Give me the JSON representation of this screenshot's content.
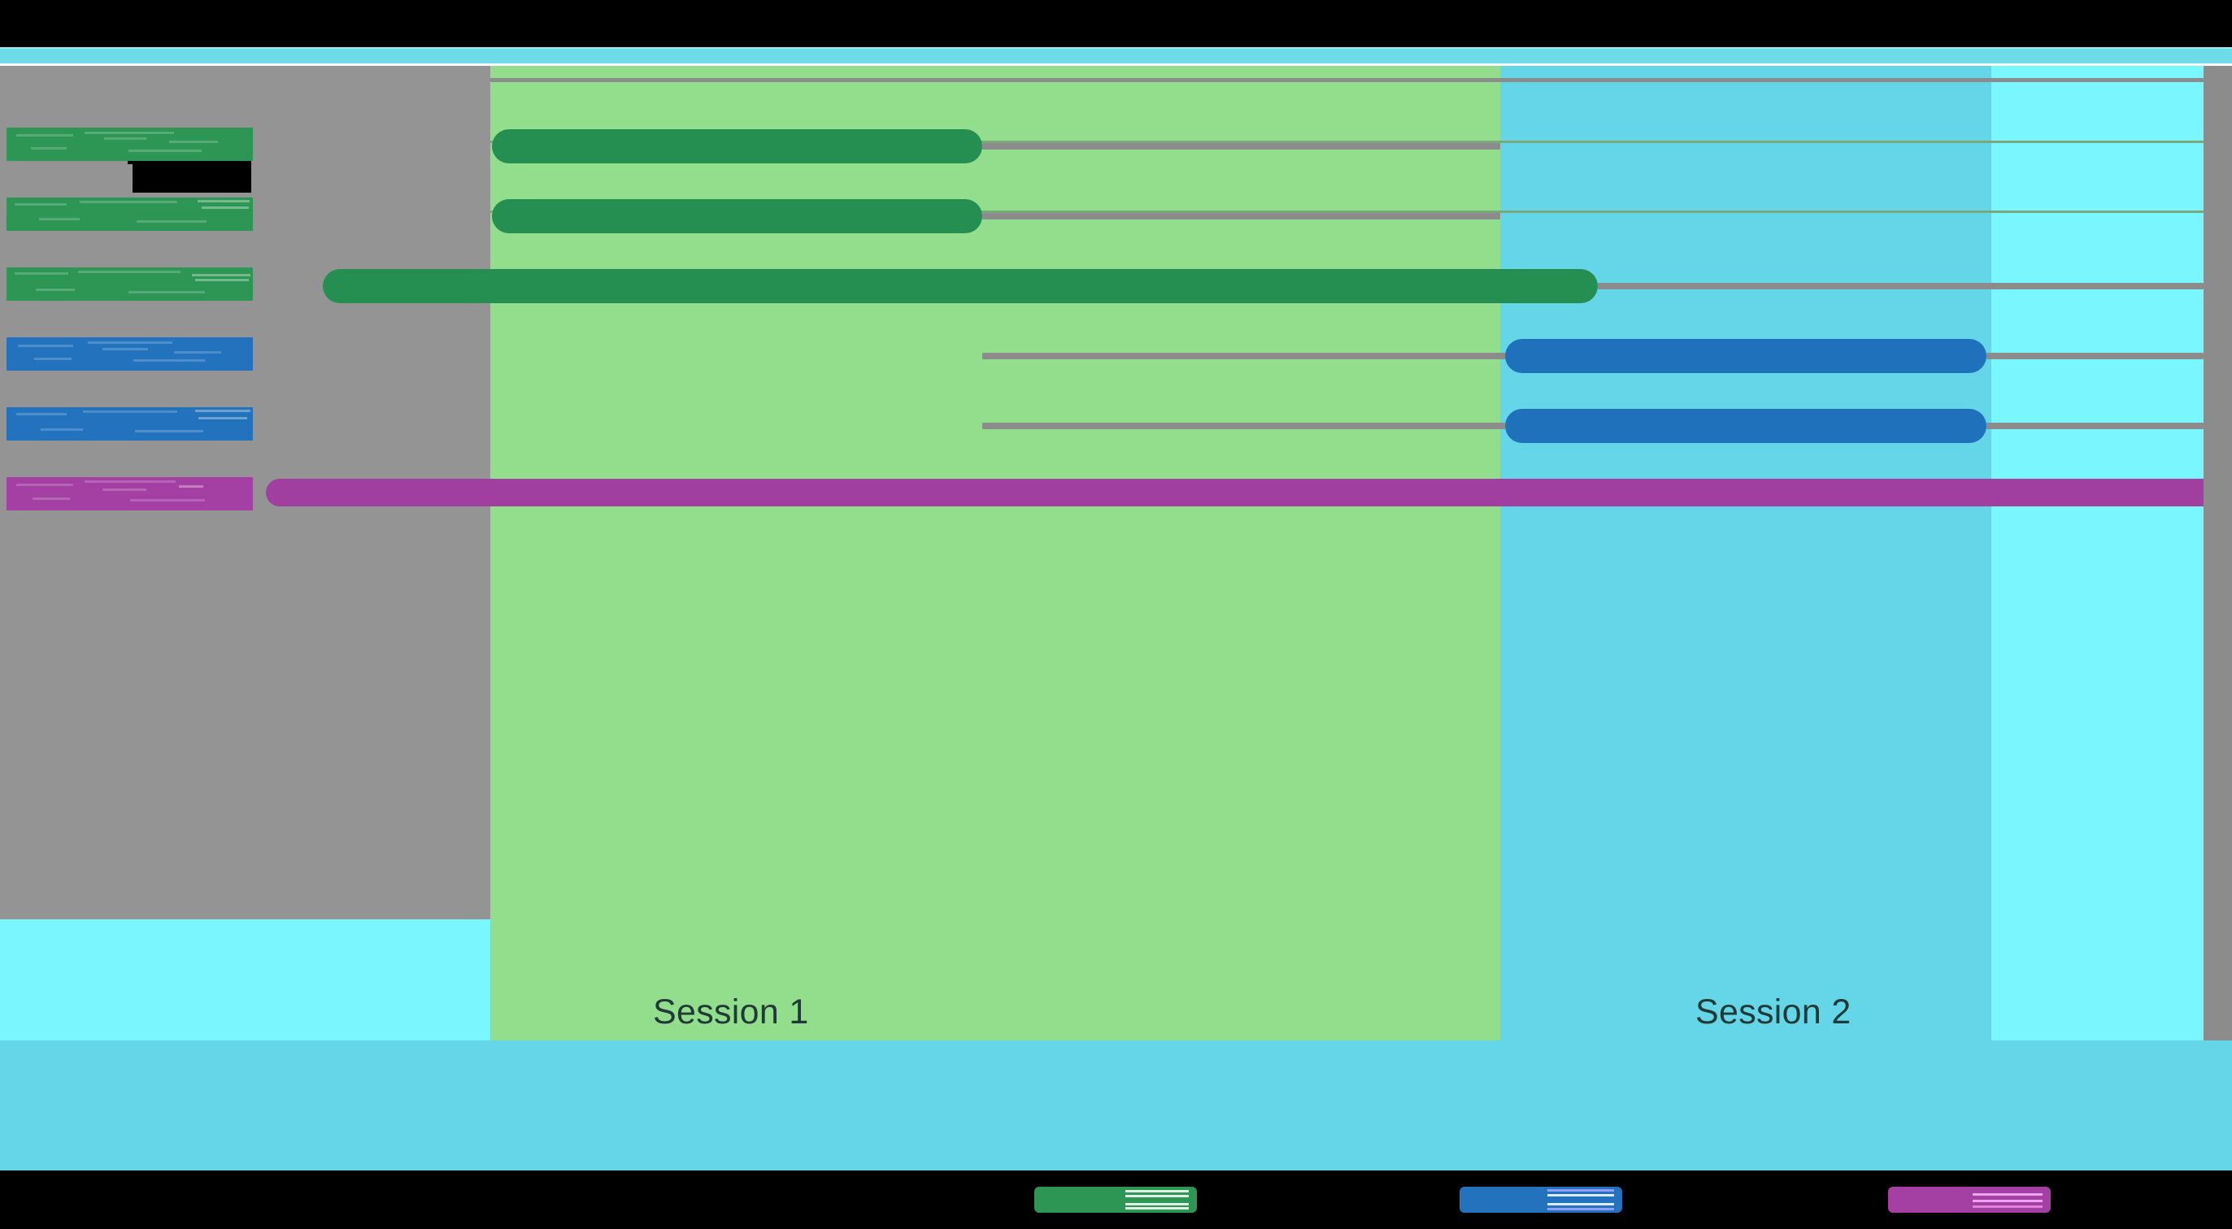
{
  "window": {
    "title_redacted": "",
    "background_color": "#000000",
    "accent_color": "#6edbe8"
  },
  "chart_data": {
    "type": "bar",
    "title": "",
    "xlabel": "",
    "ylabel": "",
    "orientation": "horizontal",
    "variant": "gantt-timeline",
    "grid": false,
    "legend_position": "bottom",
    "axis_bands": [
      {
        "label": "Session 1",
        "color": "#92de8c",
        "x_start": 603,
        "x_end": 1845
      },
      {
        "label": "Session 2",
        "color": "#65d6e8",
        "x_start": 1845,
        "x_end": 2449
      },
      {
        "label": "",
        "color": "#7af6ff",
        "x_start": 2449,
        "x_end": 2710
      }
    ],
    "categories": [
      "DataSetA1",
      "DataSetA2",
      "DataSetA3",
      "DataSetB1",
      "DataSetB2",
      "DataSetC1"
    ],
    "series": [
      {
        "name": "Group A",
        "color": "#258f52",
        "label_color": "#2e9655",
        "values": [
          {
            "category": "DataSetA1",
            "start": 605,
            "end": 1208,
            "connector_start": 1208,
            "connector_end": 1845
          },
          {
            "category": "DataSetA2",
            "start": 605,
            "end": 1208,
            "connector_start": 1208,
            "connector_end": 1845
          },
          {
            "category": "DataSetA3",
            "start": 397,
            "end": 1965,
            "connector_start": 1965,
            "connector_end": 2710
          }
        ]
      },
      {
        "name": "Group B",
        "color": "#2071bc",
        "label_color": "#2272bd",
        "values": [
          {
            "category": "DataSetB1",
            "start": 1851,
            "end": 2443,
            "connector_start": 1208,
            "connector_end": 1845
          },
          {
            "category": "DataSetB2",
            "start": 1851,
            "end": 2443,
            "connector_start": 1208,
            "connector_end": 1845
          }
        ]
      },
      {
        "name": "Group C",
        "color": "#a03fa0",
        "label_color": "#a43fa3",
        "values": [
          {
            "category": "DataSetC1",
            "start": 327,
            "end": 2745,
            "connector_start": 0,
            "connector_end": 0
          }
        ]
      }
    ],
    "legend": [
      {
        "label": "",
        "color": "#2e9655",
        "name": "legend-green"
      },
      {
        "label": "",
        "color": "#2272bd",
        "name": "legend-blue"
      },
      {
        "label": "",
        "color": "#a43fa3",
        "name": "legend-purple"
      }
    ]
  },
  "rows": [
    {
      "label": "",
      "color_class": "rl-green",
      "top": 76
    },
    {
      "label": "",
      "color_class": "rl-green",
      "top": 162
    },
    {
      "label": "",
      "color_class": "rl-green",
      "top": 248
    },
    {
      "label": "",
      "color_class": "rl-blue",
      "top": 334
    },
    {
      "label": "",
      "color_class": "rl-blue",
      "top": 420
    },
    {
      "label": "",
      "color_class": "rl-purple",
      "top": 506
    }
  ],
  "scrollbar": {
    "orientation": "vertical",
    "color": "#8c8c8c"
  }
}
